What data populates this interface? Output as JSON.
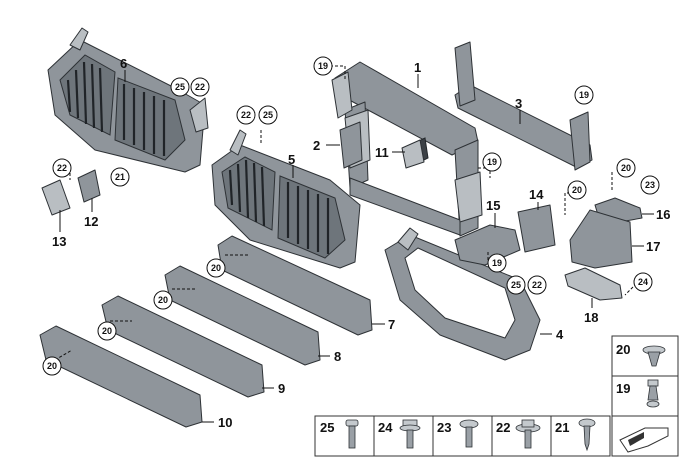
{
  "callouts": {
    "c1": "1",
    "c2": "2",
    "c3": "3",
    "c4": "4",
    "c5": "5",
    "c6": "6",
    "c7": "7",
    "c8": "8",
    "c9": "9",
    "c10": "10",
    "c11": "11",
    "c12": "12",
    "c13": "13",
    "c14": "14",
    "c15": "15",
    "c16": "16",
    "c17": "17",
    "c18": "18"
  },
  "circled": {
    "c19a": "19",
    "c19b": "19",
    "c19c": "19",
    "c19d": "19",
    "c20a": "20",
    "c20b": "20",
    "c20c": "20",
    "c20d": "20",
    "c20e": "20",
    "c20f": "20",
    "c21": "21",
    "c22a": "22",
    "c22b": "22",
    "c22c": "22",
    "c22d": "22",
    "c23": "23",
    "c24": "24",
    "c25a": "25",
    "c25b": "25",
    "c25c": "25"
  },
  "legend": {
    "box20": "20",
    "box19": "19",
    "box25": "25",
    "box24": "24",
    "box23": "23",
    "box22": "22",
    "box21": "21"
  }
}
